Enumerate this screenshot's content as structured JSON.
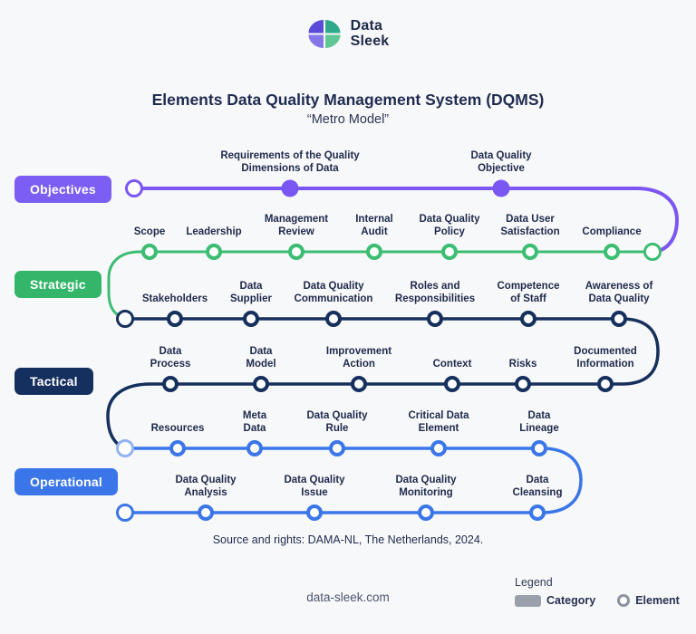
{
  "logo": {
    "name": "Data\nSleek"
  },
  "header": {
    "title": "Elements Data Quality Management System (DQMS)",
    "subtitle": "“Metro Model”"
  },
  "metro": {
    "badges": {
      "objectives": "Objectives",
      "strategic": "Strategic",
      "tactical": "Tactical",
      "operational": "Operational"
    },
    "row1": [
      "Requirements of the Quality\nDimensions of Data",
      "Data Quality\nObjective"
    ],
    "row2": [
      "Scope",
      "Leadership",
      "Management\nReview",
      "Internal\nAudit",
      "Data Quality\nPolicy",
      "Data User\nSatisfaction",
      "Compliance"
    ],
    "row3": [
      "Stakeholders",
      "Data\nSupplier",
      "Data Quality\nCommunication",
      "Roles and\nResponsibilities",
      "Competence\nof Staff",
      "Awareness of\nData Quality"
    ],
    "row4": [
      "Data\nProcess",
      "Data\nModel",
      "Improvement\nAction",
      "Context",
      "Risks",
      "Documented\nInformation"
    ],
    "row5": [
      "Resources",
      "Meta\nData",
      "Data Quality\nRule",
      "Critical Data\nElement",
      "Data\nLineage"
    ],
    "row6": [
      "Data Quality\nAnalysis",
      "Data Quality\nIssue",
      "Data Quality\nMonitoring",
      "Data\nCleansing"
    ]
  },
  "colors": {
    "objectives_purple": "#7a56f3",
    "strategic_green": "#3bbd72",
    "tactical_navy": "#16305d",
    "operational_blue": "#3b76e9",
    "operational_light_blue": "#93b2f3",
    "legend_gray": "#9aa1ab",
    "background": "#f7f8f9",
    "text_navy": "#1e2a4c"
  },
  "source_note": "Source and rights: DAMA-NL, The Netherlands, 2024.",
  "legend": {
    "title": "Legend",
    "category": "Category",
    "element": "Element"
  },
  "footer": {
    "website": "data-sleek.com"
  }
}
